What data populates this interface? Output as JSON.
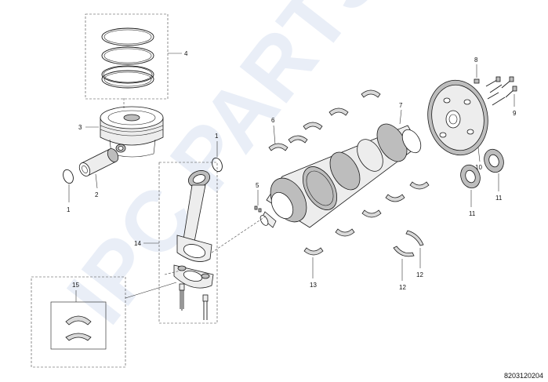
{
  "diagram": {
    "watermark": "IPC PARTS",
    "code": "8203120204",
    "callouts": {
      "c1a": "1",
      "c1b": "1",
      "c2": "2",
      "c3": "3",
      "c4": "4",
      "c5": "5",
      "c6": "6",
      "c7": "7",
      "c8": "8",
      "c9": "9",
      "c10": "10",
      "c11a": "11",
      "c11b": "11",
      "c12a": "12",
      "c12b": "12",
      "c13": "13",
      "c14": "14",
      "c15": "15"
    }
  }
}
